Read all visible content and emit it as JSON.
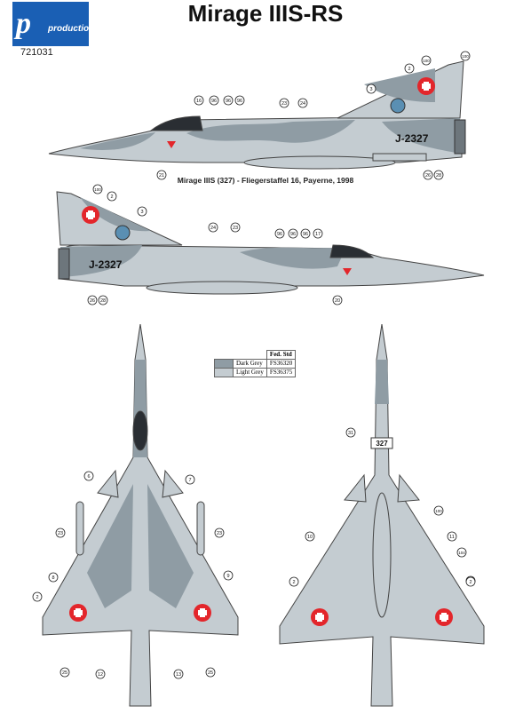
{
  "brand": {
    "logo_mark": "p",
    "logo_text": "production",
    "catalog_number": "721031"
  },
  "title": "Mirage IIIS-RS",
  "caption": "Mirage IIIS (327) - Fliegerstaffel 16, Payerne, 1998",
  "serial": "J-2327",
  "nose_number": "327",
  "legend": {
    "header": "Fed. Std",
    "rows": [
      {
        "name": "Dark Grey",
        "code": "FS36320",
        "color": "#8f9ca4"
      },
      {
        "name": "Light Grey",
        "code": "FS36375",
        "color": "#c4ccd1"
      }
    ]
  },
  "colors": {
    "dark_grey": "#8f9ca4",
    "light_grey": "#c4ccd1",
    "swiss_red": "#e3262b",
    "roundel_blue": "#5a8fb3",
    "logo_blue": "#1a5fb4"
  },
  "callouts": {
    "side_top": [
      "100",
      "100",
      "2",
      "3",
      "16",
      "96",
      "96",
      "96",
      "23",
      "24",
      "21",
      "26",
      "28"
    ],
    "side_bottom": [
      "100",
      "2",
      "3",
      "24",
      "23",
      "96",
      "96",
      "96",
      "17",
      "26",
      "28",
      "20"
    ],
    "plan_top": [
      "6",
      "7",
      "23",
      "23",
      "8",
      "9",
      "2",
      "2",
      "25",
      "12",
      "13",
      "25"
    ],
    "plan_bottom": [
      "31",
      "100",
      "10",
      "11",
      "104",
      "2",
      "2"
    ]
  }
}
